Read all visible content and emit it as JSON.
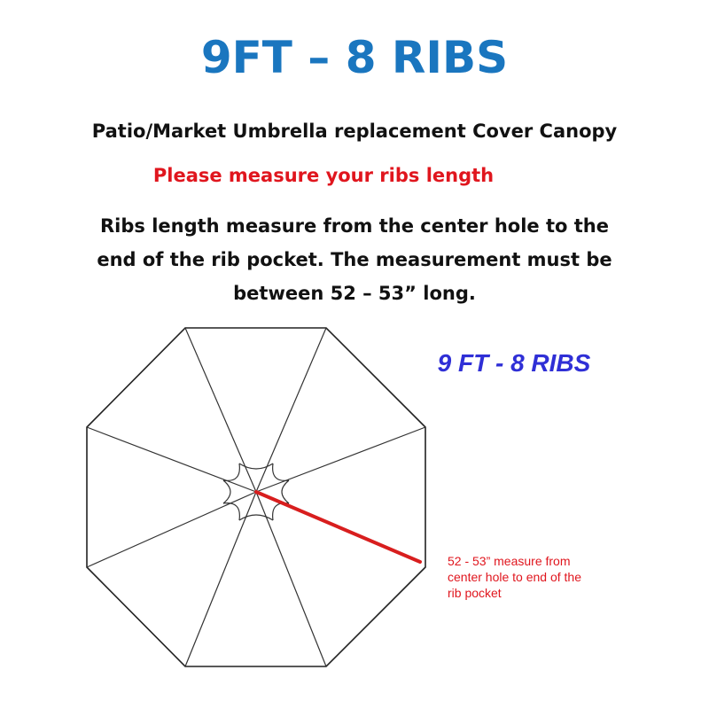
{
  "header": {
    "title": "9FT – 8 RIBS",
    "subtitle": "Patio/Market Umbrella replacement Cover Canopy",
    "warning": "Please measure your ribs length",
    "instructions": [
      "Ribs length measure from the center hole to the",
      "end of the rib pocket. The measurement must be",
      "between 52 – 53” long."
    ]
  },
  "diagram": {
    "label": "9 FT - 8 RIBS",
    "rib_count": 8,
    "measure_rib_color": "#d81e1e",
    "callout": [
      "52 - 53” measure from",
      "center hole to end of the",
      "rib pocket"
    ]
  },
  "colors": {
    "title": "#1a76bf",
    "warning": "#e0161e",
    "label": "#2f2fd6"
  }
}
